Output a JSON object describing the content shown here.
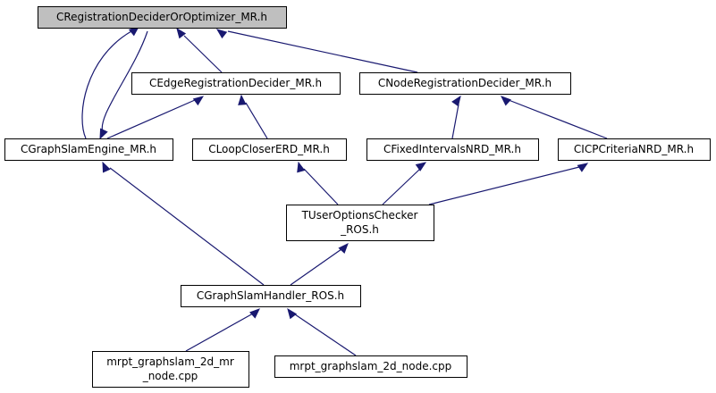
{
  "colors": {
    "node_fill": "#ffffff",
    "root_fill": "#bfbfbf",
    "border": "#000000",
    "edge": "#191970"
  },
  "nodes": [
    {
      "id": "root",
      "lines": [
        "CRegistrationDeciderOrOptimizer_MR.h"
      ]
    },
    {
      "id": "edge_decider",
      "lines": [
        "CEdgeRegistrationDecider_MR.h"
      ]
    },
    {
      "id": "node_decider",
      "lines": [
        "CNodeRegistrationDecider_MR.h"
      ]
    },
    {
      "id": "engine",
      "lines": [
        "CGraphSlamEngine_MR.h"
      ]
    },
    {
      "id": "loop_closer",
      "lines": [
        "CLoopCloserERD_MR.h"
      ]
    },
    {
      "id": "fixed_intervals",
      "lines": [
        "CFixedIntervalsNRD_MR.h"
      ]
    },
    {
      "id": "icp_criteria",
      "lines": [
        "CICPCriteriaNRD_MR.h"
      ]
    },
    {
      "id": "options_checker",
      "lines": [
        "TUserOptionsChecker",
        "_ROS.h"
      ]
    },
    {
      "id": "handler",
      "lines": [
        "CGraphSlamHandler_ROS.h"
      ]
    },
    {
      "id": "mr_node",
      "lines": [
        "mrpt_graphslam_2d_mr",
        "_node.cpp"
      ]
    },
    {
      "id": "node_cpp",
      "lines": [
        "mrpt_graphslam_2d_node.cpp"
      ]
    }
  ],
  "edges": [
    {
      "from": "engine",
      "to": "root"
    },
    {
      "from": "root",
      "to": "engine"
    },
    {
      "from": "edge_decider",
      "to": "root"
    },
    {
      "from": "node_decider",
      "to": "root"
    },
    {
      "from": "engine",
      "to": "edge_decider"
    },
    {
      "from": "loop_closer",
      "to": "edge_decider"
    },
    {
      "from": "fixed_intervals",
      "to": "node_decider"
    },
    {
      "from": "icp_criteria",
      "to": "node_decider"
    },
    {
      "from": "options_checker",
      "to": "loop_closer"
    },
    {
      "from": "options_checker",
      "to": "fixed_intervals"
    },
    {
      "from": "options_checker",
      "to": "icp_criteria"
    },
    {
      "from": "handler",
      "to": "engine"
    },
    {
      "from": "handler",
      "to": "options_checker"
    },
    {
      "from": "mr_node",
      "to": "handler"
    },
    {
      "from": "node_cpp",
      "to": "handler"
    }
  ]
}
